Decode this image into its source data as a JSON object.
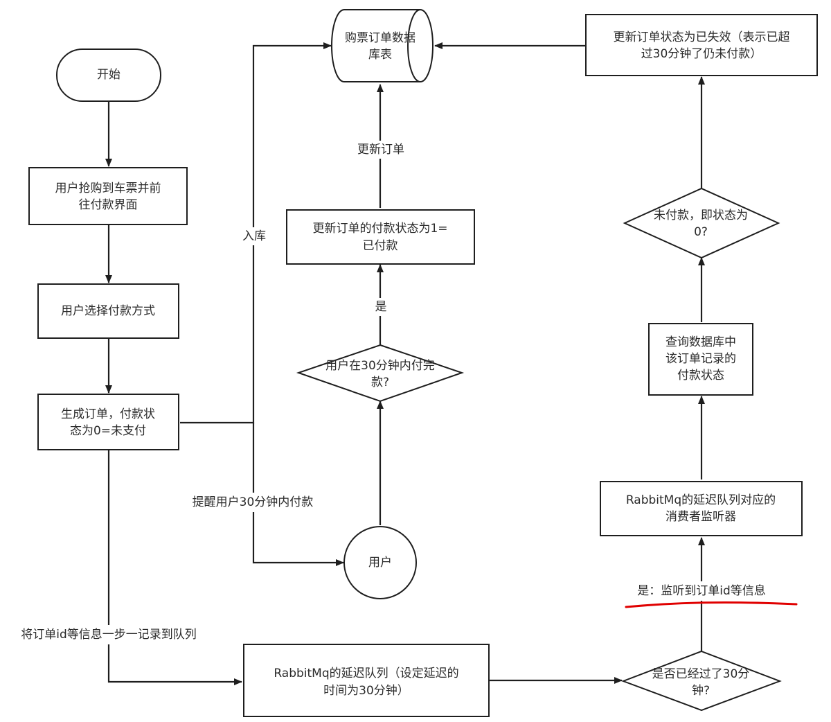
{
  "nodes": {
    "start": {
      "text": "开始"
    },
    "grab_ticket": {
      "line1": "用户抢购到车票并前",
      "line2": "往付款界面"
    },
    "choose_payment": {
      "text": "用户选择付款方式"
    },
    "create_order": {
      "line1": "生成订单，付款状",
      "line2": "态为0=未支付"
    },
    "order_db": {
      "line1": "购票订单数据",
      "line2": "库表"
    },
    "update_paid": {
      "line1": "更新订单的付款状态为1=",
      "line2": "已付款"
    },
    "paid_in_30": {
      "line1": "用户在30分钟内付完",
      "line2": "款?"
    },
    "user": {
      "text": "用户"
    },
    "delay_queue": {
      "line1": "RabbitMq的延迟队列（设定延迟的",
      "line2": "时间为30分钟）"
    },
    "passed_30": {
      "line1": "是否已经过了30分",
      "line2": "钟?"
    },
    "consumer_listener": {
      "line1": "RabbitMq的延迟队列对应的",
      "line2": "消费者监听器"
    },
    "query_status": {
      "line1": "查询数据库中",
      "line2": "该订单记录的",
      "line3": "付款状态"
    },
    "unpaid_check": {
      "line1": "未付款，即状态为",
      "line2": "0?"
    },
    "mark_expired": {
      "line1": "更新订单状态为已失效（表示已超",
      "line2": "过30分钟了仍未付款）"
    }
  },
  "edge_labels": {
    "store": "入库",
    "remind": "提醒用户30分钟内付款",
    "update_order": "更新订单",
    "yes": "是",
    "enqueue": "将订单id等信息一步一记录到队列",
    "yes_listened": "是：监听到订单id等信息"
  },
  "colors": {
    "stroke": "#1e1e1e",
    "text": "#2a2a2a",
    "underline": "#e00000",
    "background": "#ffffff"
  }
}
